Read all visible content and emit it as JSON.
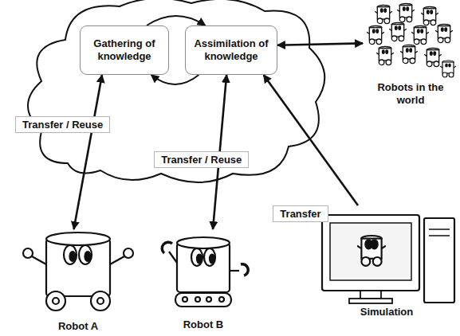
{
  "diagram": {
    "nodes": [
      {
        "text": [
          "Gathering of knowledge"
        ]
      },
      {
        "text": [
          "Assimilation of knowledge"
        ]
      },
      {
        "text": [
          "Robot A"
        ]
      },
      {
        "text": [
          "Robot B"
        ]
      },
      {
        "text": [
          "Simulation"
        ]
      },
      {
        "text": [
          "Robots in the world"
        ]
      }
    ],
    "edges": [
      {
        "from": 0,
        "to": 1,
        "arrow": "to"
      },
      {
        "from": 1,
        "to": 0,
        "arrow": "to"
      },
      {
        "from": 2,
        "to": 0,
        "label": "Transfer / Reuse",
        "arrow": "both"
      },
      {
        "from": 3,
        "to": 1,
        "label": "Transfer / Reuse",
        "arrow": "both"
      },
      {
        "from": 4,
        "to": 1,
        "label": "Transfer",
        "arrow": "to"
      },
      {
        "from": 5,
        "to": 1,
        "arrow": "both"
      }
    ]
  }
}
